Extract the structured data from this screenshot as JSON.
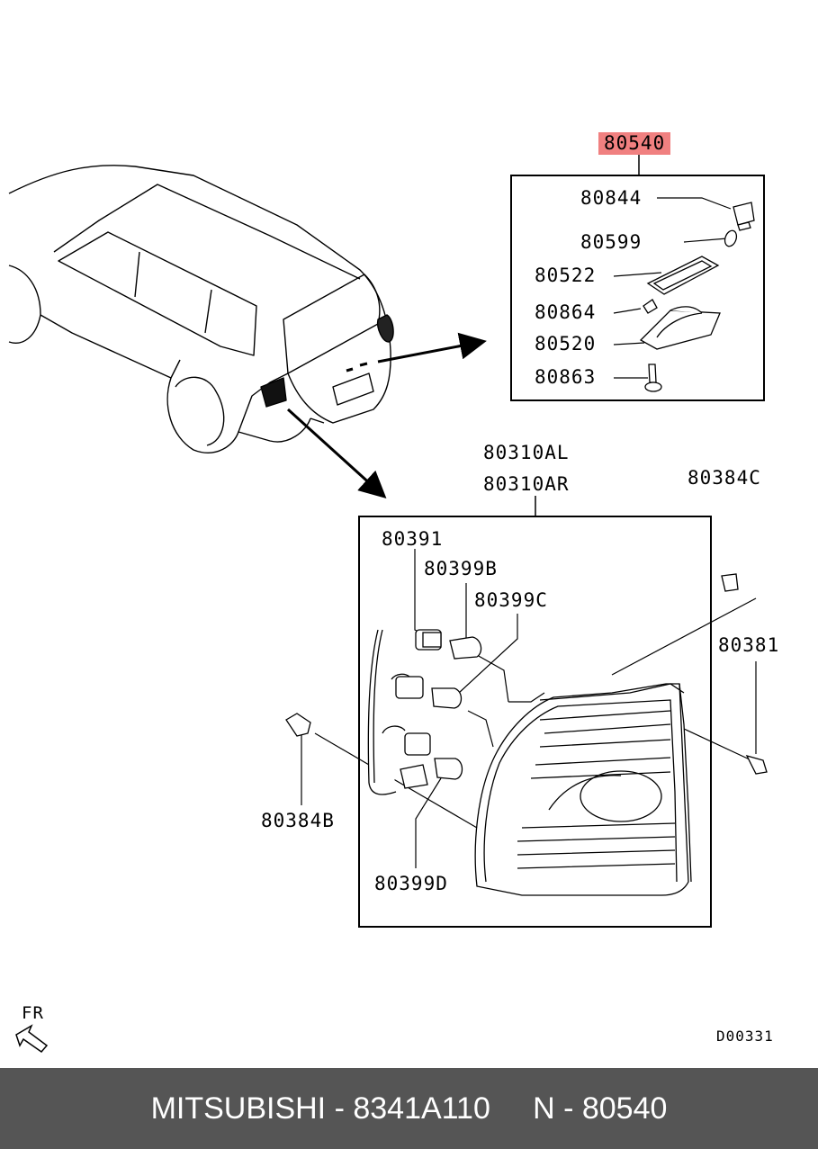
{
  "diagram": {
    "highlight_part": "80540",
    "lamp_assembly_labels": [
      "80310AL",
      "80310AR"
    ],
    "parts": {
      "p80844": "80844",
      "p80599": "80599",
      "p80522": "80522",
      "p80864": "80864",
      "p80520": "80520",
      "p80863": "80863",
      "p80384C": "80384C",
      "p80391": "80391",
      "p80399B": "80399B",
      "p80399C": "80399C",
      "p80381": "80381",
      "p80384B": "80384B",
      "p80399D": "80399D"
    },
    "direction_label": "FR",
    "diagram_code": "D00331",
    "highlight_color": "#f08080"
  },
  "footer": {
    "text": "MITSUBISHI - 8341A110     N - 80540",
    "background": "#555555"
  }
}
